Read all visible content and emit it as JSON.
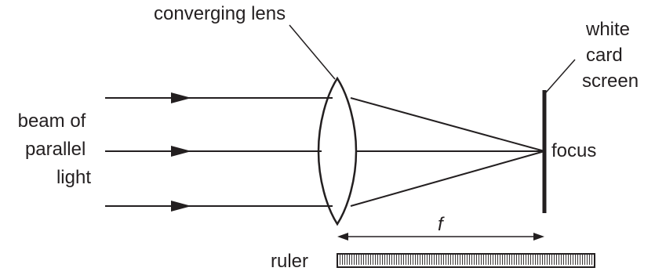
{
  "labels": {
    "lens": "converging lens",
    "beam_line1": "beam of",
    "beam_line2": "parallel",
    "beam_line3": "light",
    "screen_line1": "white",
    "screen_line2": "card",
    "screen_line3": "screen",
    "focus": "focus",
    "focal_length": "f",
    "ruler": "ruler"
  },
  "colors": {
    "ink": "#231f20",
    "background": "#ffffff"
  }
}
